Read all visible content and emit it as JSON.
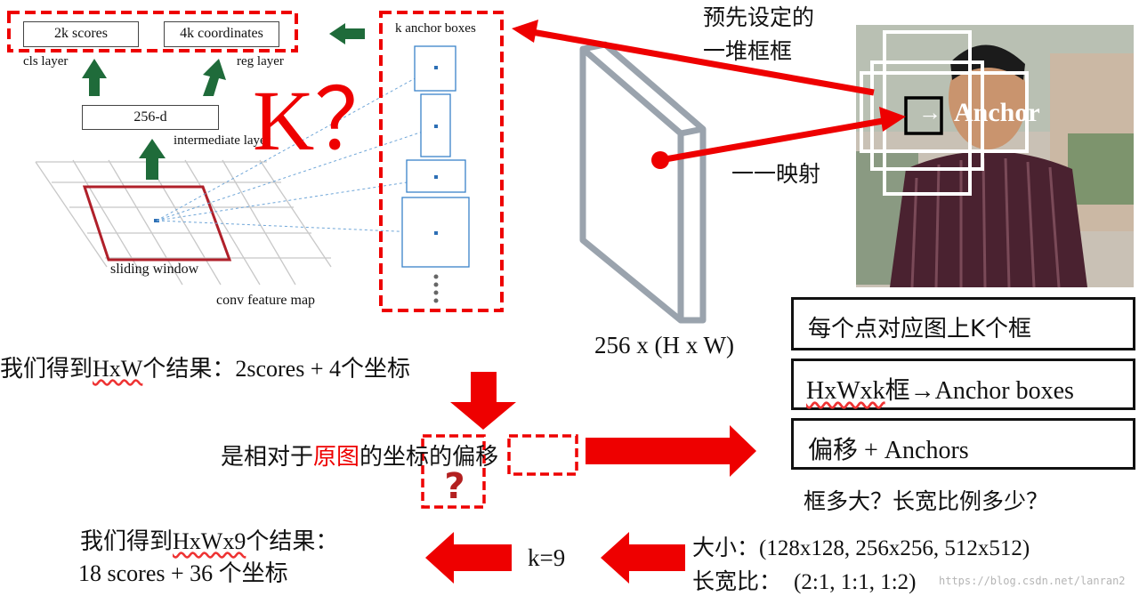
{
  "rpn": {
    "scores_label": "2k scores",
    "coords_label": "4k coordinates",
    "cls_label": "cls layer",
    "reg_label": "reg layer",
    "intermediate_box": "256-d",
    "intermediate_label": "intermediate layer",
    "sliding_window": "sliding window",
    "conv_map": "conv feature map",
    "anchor_boxes_title": "k anchor boxes"
  },
  "annotations": {
    "k_question": "K？",
    "preset_line1": "预先设定的",
    "preset_line2": "一堆框框",
    "mapping": "一一映射",
    "anchor_label": "Anchor",
    "anchor_arrow": "→",
    "feature_dims": "256 x (H x W)",
    "question_mark": "?"
  },
  "flow": {
    "result_prefix": "我们得到",
    "result_hxw": "HxW",
    "result_suffix": "个结果：2scores + 4个坐标",
    "offset_pre": "是相对于",
    "offset_orig": "原图",
    "offset_de1": "的",
    "offset_coord": "坐标",
    "offset_de2": "的",
    "offset_shift": "偏移",
    "final_line1_prefix": "我们得到",
    "final_line1_hxw": "HxWx9",
    "final_line1_suffix": "个结果：",
    "final_line2": "18 scores + 36 个坐标",
    "k_equals": "k=9",
    "size_label": "大小：",
    "size_values": "(128x128, 256x256, 512x512)",
    "ratio_label": "长宽比：",
    "ratio_values": "(2:1, 1:1, 1:2)"
  },
  "right_boxes": {
    "box1": "每个点对应图上K个框",
    "box2_hxw": "HxWxk",
    "box2_rest": "框→Anchor boxes",
    "box3": "偏移 + Anchors",
    "question_line": "框多大？长宽比例多少？"
  },
  "watermark": "https://blog.csdn.net/lanran2",
  "colors": {
    "red": "#ee0000",
    "green": "#1f6b3a",
    "gray_slab": "#9aa3ad",
    "anchor_blue": "#3a83c9",
    "dark_red": "#b0202a"
  }
}
